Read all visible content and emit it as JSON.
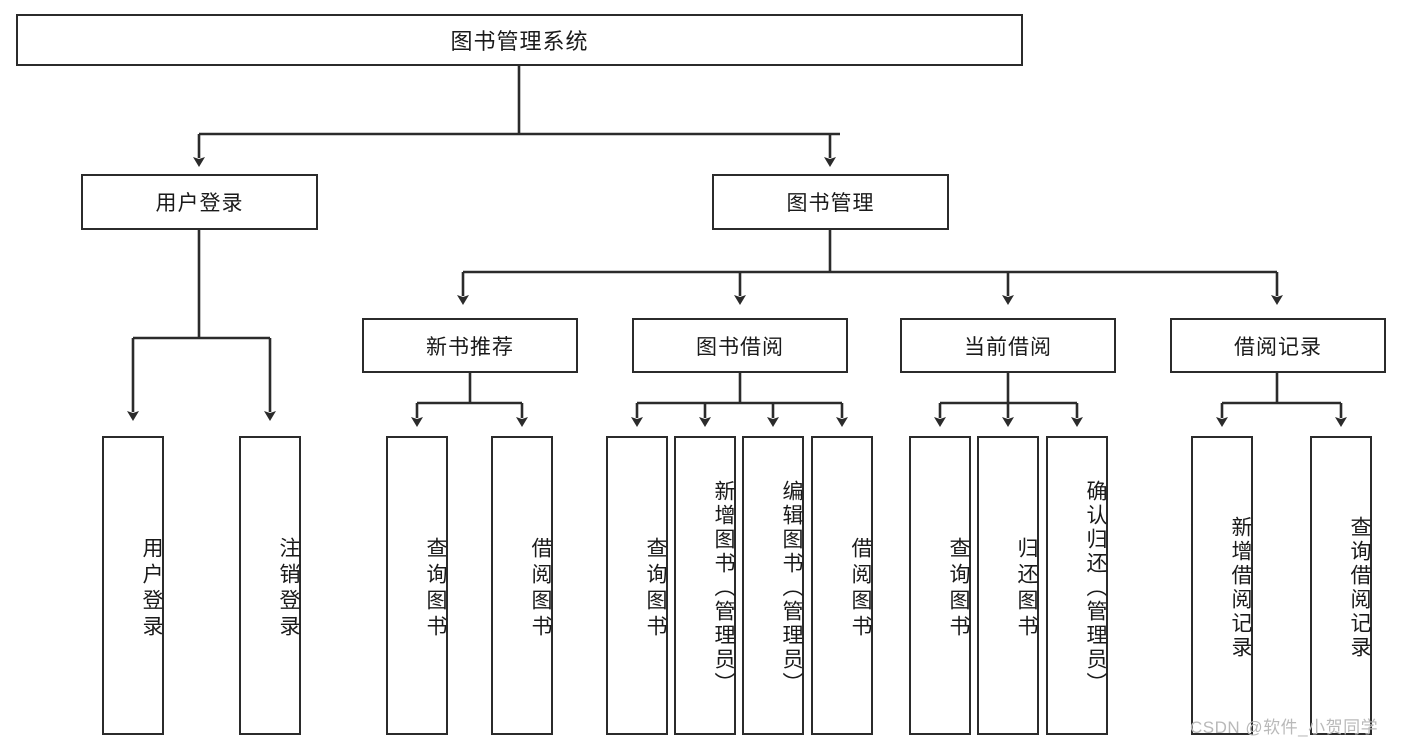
{
  "diagram": {
    "title": "图书管理系统",
    "type": "tree-hierarchy",
    "stroke_color": "#2b2b2b",
    "background_color": "#ffffff",
    "text_color": "#1a1a1a"
  },
  "root": {
    "label": "图书管理系统"
  },
  "level2": [
    {
      "id": "user-login",
      "label": "用户登录"
    },
    {
      "id": "book-manage",
      "label": "图书管理"
    }
  ],
  "level3": [
    {
      "id": "new-book-recommend",
      "label": "新书推荐"
    },
    {
      "id": "book-borrow",
      "label": "图书借阅"
    },
    {
      "id": "current-borrow",
      "label": "当前借阅"
    },
    {
      "id": "borrow-record",
      "label": "借阅记录"
    }
  ],
  "leaves": {
    "user_login": [
      {
        "id": "leaf-user-login",
        "label": "用户登录"
      },
      {
        "id": "leaf-logout-login",
        "label": "注销登录"
      }
    ],
    "new_book_recommend": [
      {
        "id": "leaf-query-book-1",
        "label": "查询图书"
      },
      {
        "id": "leaf-borrow-book-1",
        "label": "借阅图书"
      }
    ],
    "book_borrow": [
      {
        "id": "leaf-query-book-2",
        "label": "查询图书"
      },
      {
        "id": "leaf-add-book",
        "label": "新增图书（管理员）"
      },
      {
        "id": "leaf-edit-book",
        "label": "编辑图书（管理员）"
      },
      {
        "id": "leaf-borrow-book-2",
        "label": "借阅图书"
      }
    ],
    "current_borrow": [
      {
        "id": "leaf-query-book-3",
        "label": "查询图书"
      },
      {
        "id": "leaf-return-book",
        "label": "归还图书"
      },
      {
        "id": "leaf-confirm-return",
        "label": "确认归还（管理员）"
      }
    ],
    "borrow_record": [
      {
        "id": "leaf-add-record",
        "label": "新增借阅记录"
      },
      {
        "id": "leaf-query-record",
        "label": "查询借阅记录"
      }
    ]
  },
  "watermark": {
    "text": "CSDN @软件_小贺同学"
  }
}
